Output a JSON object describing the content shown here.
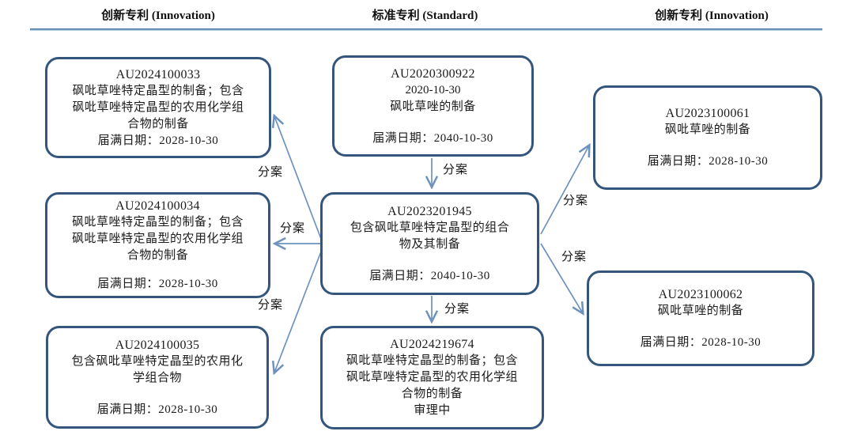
{
  "header": {
    "columns": [
      {
        "label": "创新专利 (Innovation)"
      },
      {
        "label": "标准专利 (Standard)"
      },
      {
        "label": "创新专利 (Innovation)"
      }
    ]
  },
  "boxes": [
    {
      "number": "AU2024100033",
      "line1": "砜吡草唑特定晶型的制备；包含",
      "line2": "砜吡草唑特定晶型的农用化学组",
      "line3": "合物的制备",
      "expiry": "届满日期：2028-10-30"
    },
    {
      "number": "AU2024100034",
      "line1": "砜吡草唑特定晶型的制备；包含",
      "line2": "砜吡草唑特定晶型的农用化学组",
      "line3": "合物的制备",
      "expiry": "届满日期：2028-10-30"
    },
    {
      "number": "AU2024100035",
      "line1": "包含砜吡草唑特定晶型的农用化",
      "line2": "学组合物",
      "expiry": "届满日期：2028-10-30"
    },
    {
      "number": "AU2020300922",
      "filing_date": "2020-10-30",
      "title": "砜吡草唑的制备",
      "expiry": "届满日期：2040-10-30"
    },
    {
      "number": "AU2023201945",
      "line1": "包含砜吡草唑特定晶型的组合",
      "line2": "物及其制备",
      "expiry": "届满日期：2040-10-30"
    },
    {
      "number": "AU2024219674",
      "line1": "砜吡草唑特定晶型的制备；包含",
      "line2": "砜吡草唑特定晶型的农用化学组",
      "line3": "合物的制备",
      "status": "审理中"
    },
    {
      "number": "AU2023100061",
      "title": "砜吡草唑的制备",
      "expiry": "届满日期：2028-10-30"
    },
    {
      "number": "AU2023100062",
      "title": "砜吡草唑的制备",
      "expiry": "届满日期：2028-10-30"
    }
  ],
  "arrow_labels": [
    {
      "text": "分案"
    },
    {
      "text": "分案"
    },
    {
      "text": "分案"
    },
    {
      "text": "分案"
    },
    {
      "text": "分案"
    },
    {
      "text": "分案"
    },
    {
      "text": "分案"
    }
  ],
  "colors": {
    "box_border": "#35567c",
    "arrow": "#6d92bd",
    "header_rule": "#5d86b3",
    "text": "#1b1b1b"
  }
}
